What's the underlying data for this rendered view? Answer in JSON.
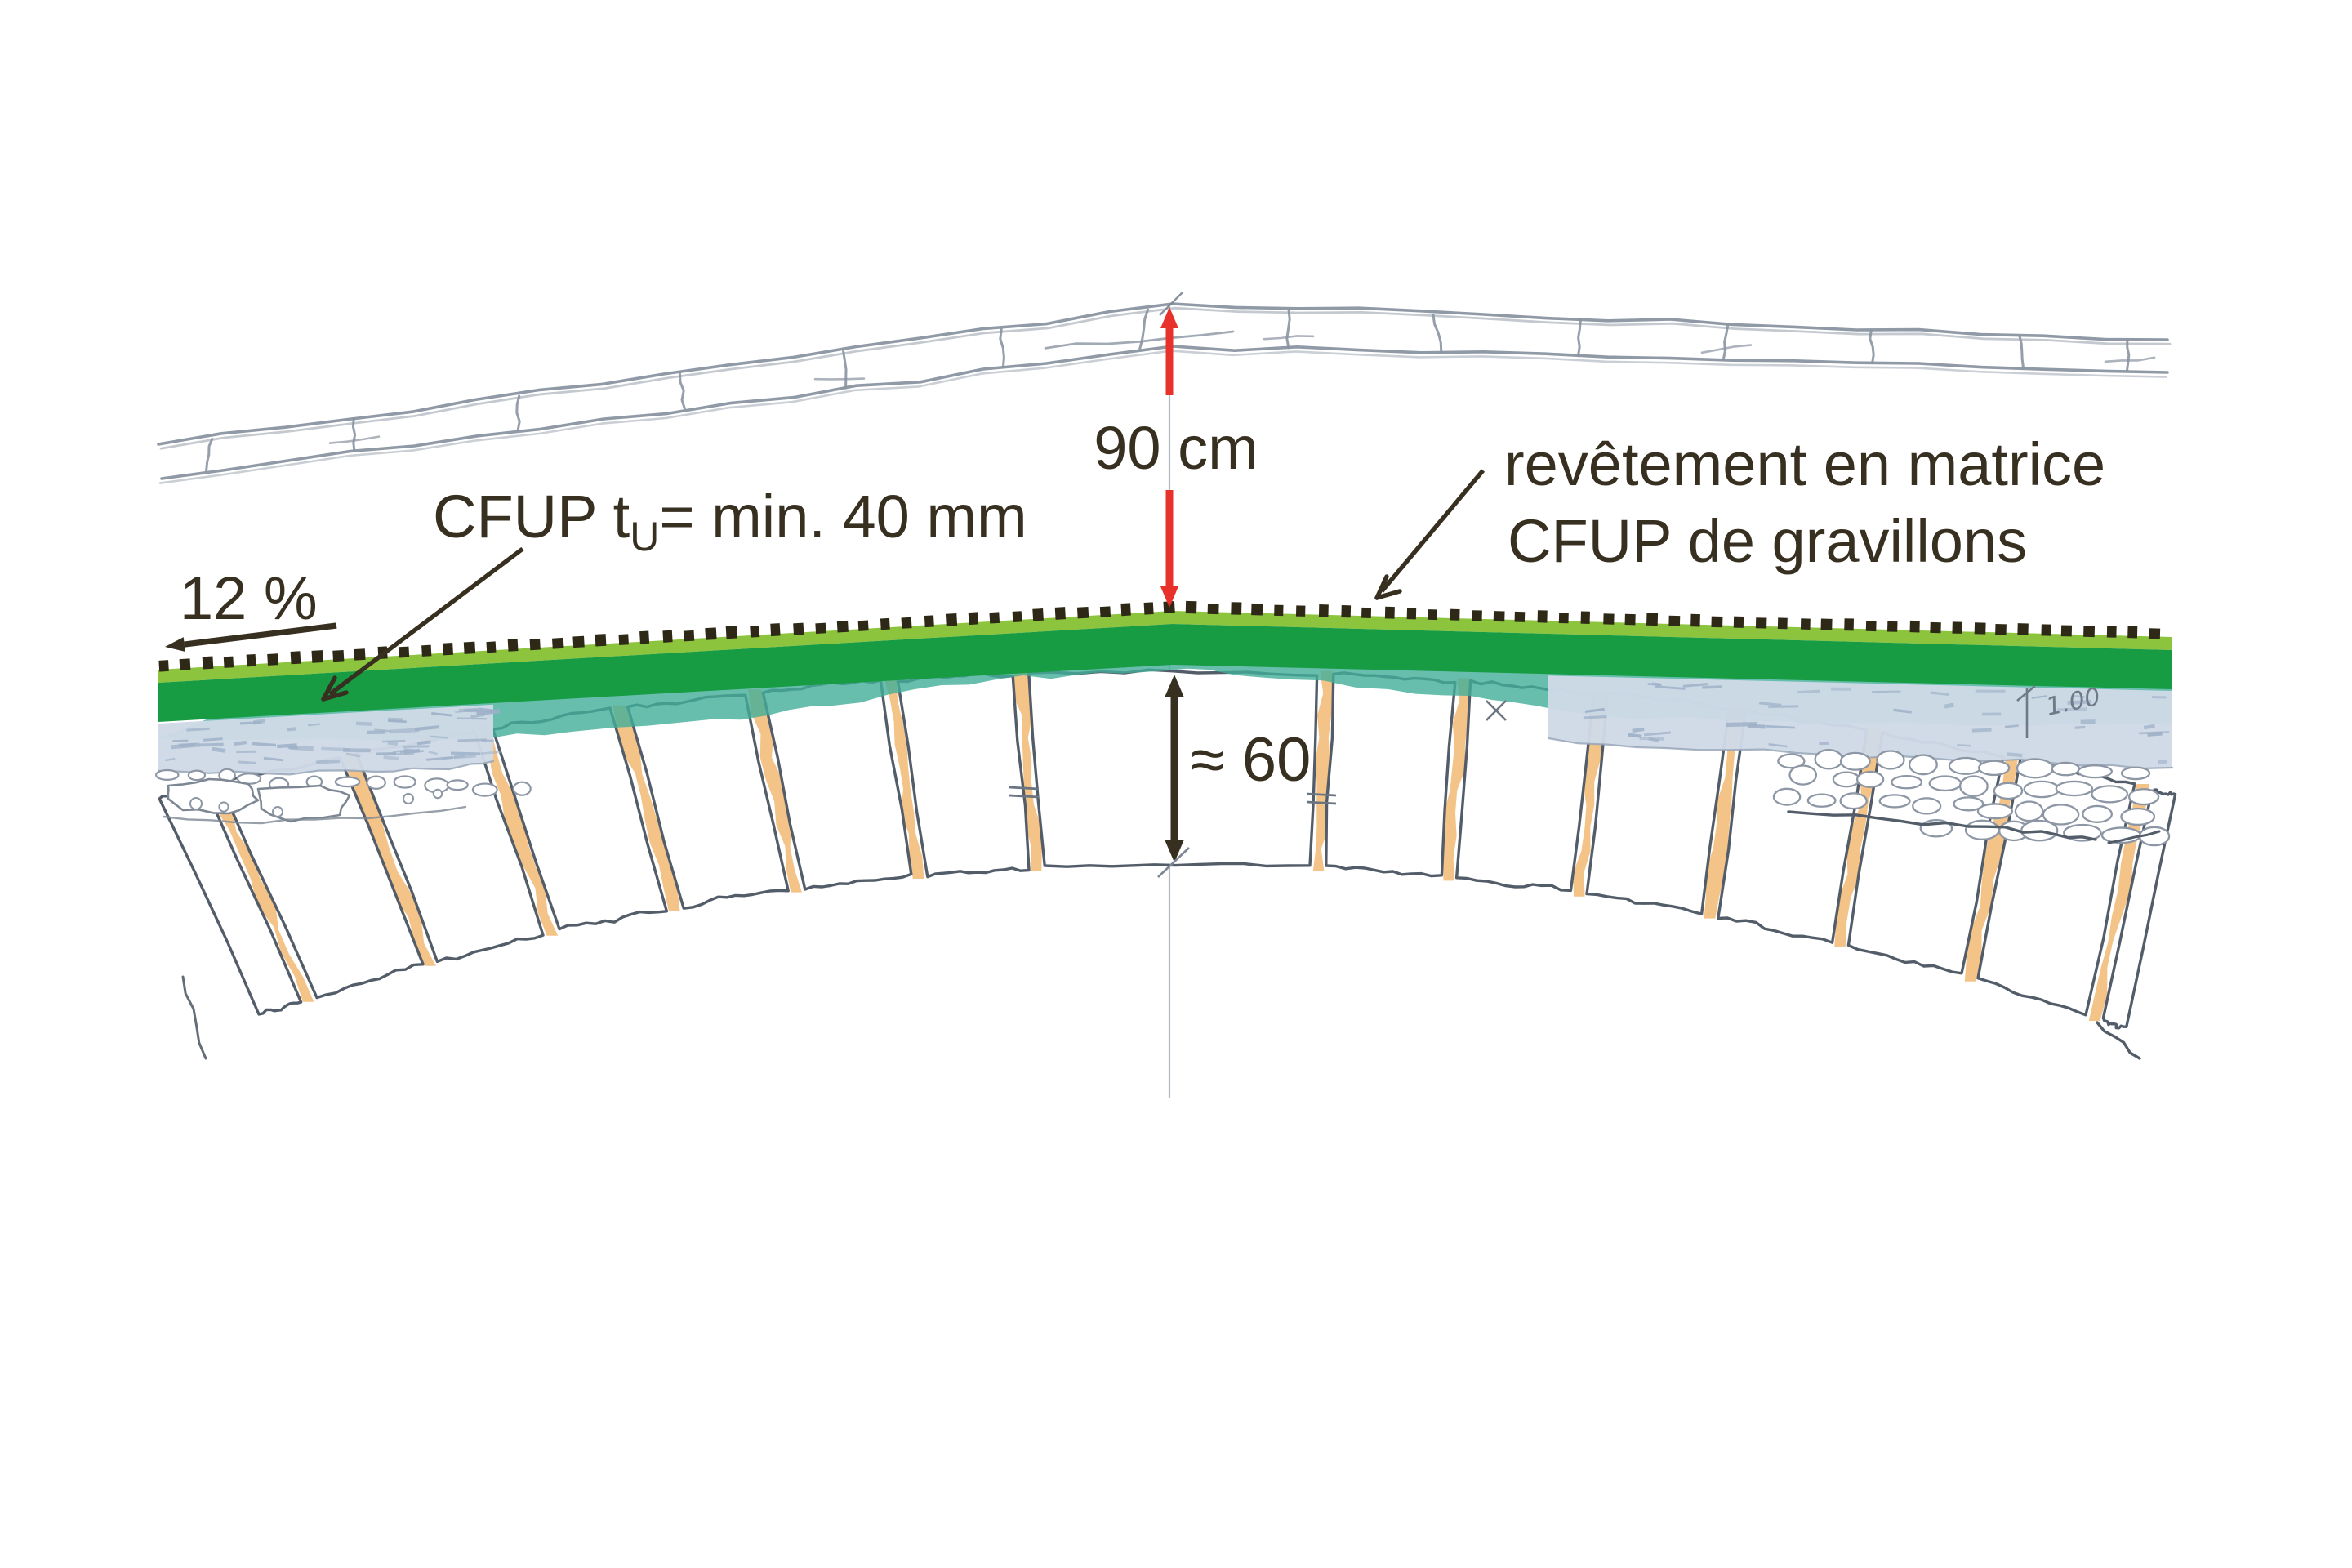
{
  "labels": {
    "dim_crown_rise": "90 cm",
    "slope": "12 %",
    "cfup_thickness_prefix": "CFUP t",
    "cfup_thickness_sub": "U",
    "cfup_thickness_suffix": "= min. 40 mm",
    "coating_line1": "revêtement en matrice",
    "coating_line2": "CFUP de gravillons",
    "dim_arch_depth": "≈ 60",
    "hand_note": "1.00"
  },
  "colors": {
    "overlay_light_green": "#8cc43e",
    "overlay_dark_green": "#179b43",
    "wearing_dots": "#2e2817",
    "teal_wash": "#41ae97",
    "mortar_blue": "#cfdae7",
    "mortar_hatch": "#9db0c7",
    "mortar_edge": "#93a2b5",
    "joint_orange": "#f3c184",
    "stone_outline": "#535d69",
    "sketch_gray": "#8a93a1",
    "dimension_red": "#e8312a",
    "ink": "#372f20",
    "note_gray": "#707a87"
  }
}
